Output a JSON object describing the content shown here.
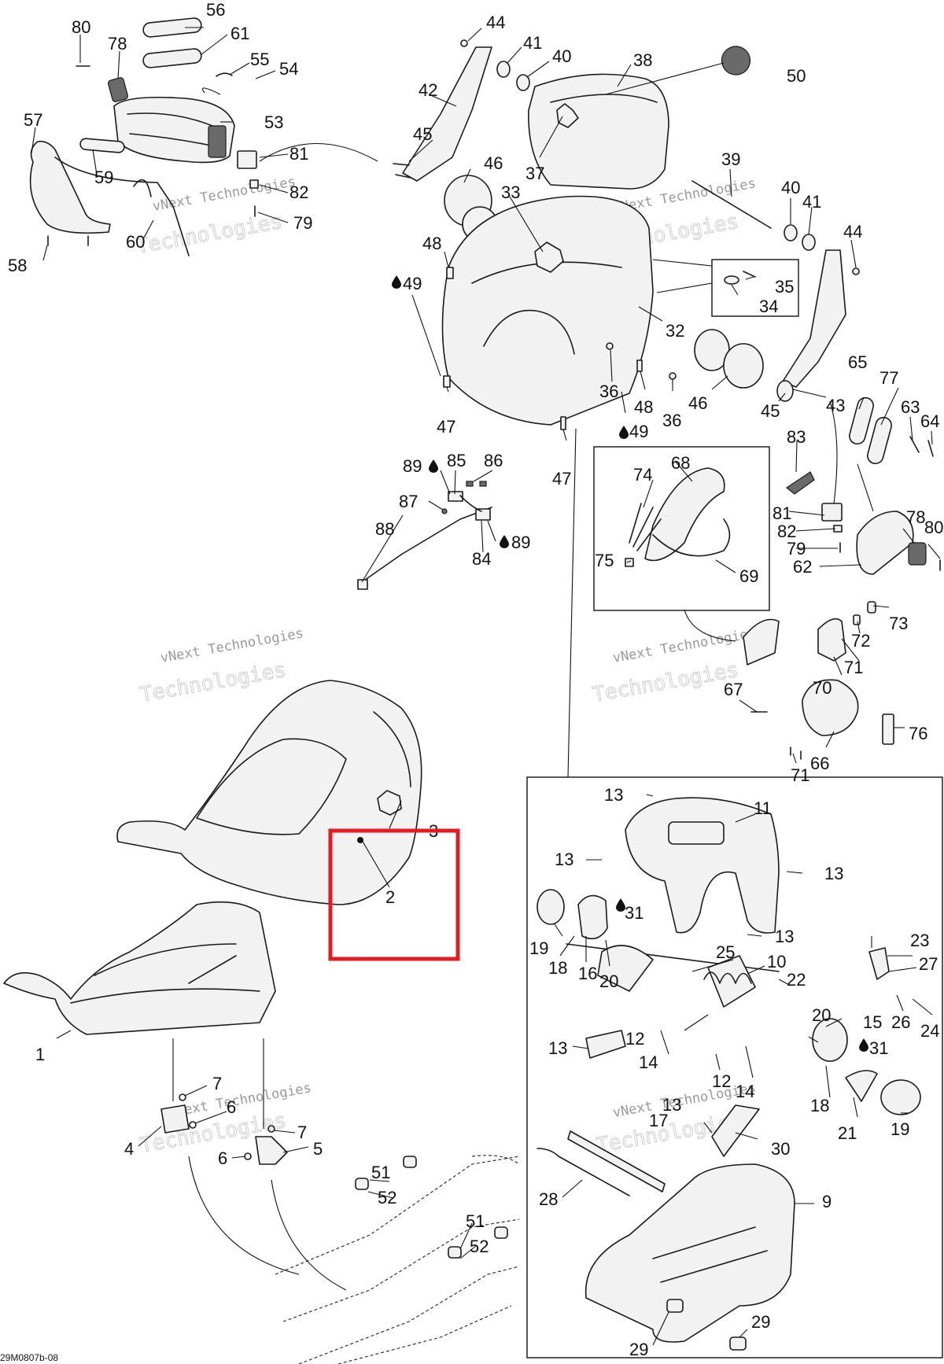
{
  "diagram": {
    "reference_code": "29M0807b-08",
    "watermark_line1": "vNext Technologies",
    "watermark_line2": "Technologies",
    "highlight_color": "#e31b23",
    "callouts": {
      "c1": "1",
      "c2": "2",
      "c3": "3",
      "c4": "4",
      "c5": "5",
      "c6a": "6",
      "c6b": "6",
      "c7a": "7",
      "c7b": "7",
      "c9": "9",
      "c10": "10",
      "c11": "11",
      "c12a": "12",
      "c12b": "12",
      "c13a": "13",
      "c13b": "13",
      "c13c": "13",
      "c13d": "13",
      "c13e": "13",
      "c13f": "13",
      "c14a": "14",
      "c14b": "14",
      "c15": "15",
      "c16": "16",
      "c17": "17",
      "c18a": "18",
      "c18b": "18",
      "c19a": "19",
      "c19b": "19",
      "c20a": "20",
      "c20b": "20",
      "c21": "21",
      "c22": "22",
      "c23": "23",
      "c24": "24",
      "c25": "25",
      "c26": "26",
      "c27": "27",
      "c28": "28",
      "c29a": "29",
      "c29b": "29",
      "c30": "30",
      "c31a": "31",
      "c31b": "31",
      "c32": "32",
      "c33": "33",
      "c34": "34",
      "c35": "35",
      "c36a": "36",
      "c36b": "36",
      "c37": "37",
      "c38": "38",
      "c39": "39",
      "c40a": "40",
      "c40b": "40",
      "c41a": "41",
      "c41b": "41",
      "c42": "42",
      "c43": "43",
      "c44a": "44",
      "c44b": "44",
      "c45a": "45",
      "c45b": "45",
      "c46a": "46",
      "c46b": "46",
      "c47a": "47",
      "c47b": "47",
      "c48a": "48",
      "c48b": "48",
      "c49a": "49",
      "c49b": "49",
      "c50": "50",
      "c51a": "51",
      "c51b": "51",
      "c52a": "52",
      "c52b": "52",
      "c53": "53",
      "c54": "54",
      "c55": "55",
      "c56": "56",
      "c57": "57",
      "c58": "58",
      "c59": "59",
      "c60": "60",
      "c61": "61",
      "c62": "62",
      "c63": "63",
      "c64": "64",
      "c65": "65",
      "c66": "66",
      "c67": "67",
      "c68": "68",
      "c69": "69",
      "c70": "70",
      "c71a": "71",
      "c71b": "71",
      "c72": "72",
      "c73": "73",
      "c74": "74",
      "c75": "75",
      "c76": "76",
      "c77": "77",
      "c78a": "78",
      "c78b": "78",
      "c79a": "79",
      "c79b": "79",
      "c80a": "80",
      "c80b": "80",
      "c81a": "81",
      "c81b": "81",
      "c82a": "82",
      "c82b": "82",
      "c83": "83",
      "c84": "84",
      "c85": "85",
      "c86": "86",
      "c87": "87",
      "c88": "88",
      "c89a": "89",
      "c89b": "89"
    }
  }
}
